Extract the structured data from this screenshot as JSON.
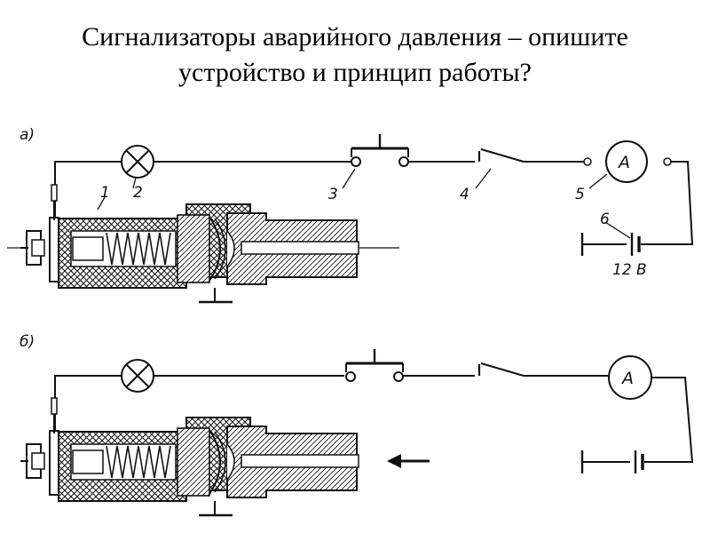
{
  "slide": {
    "title_line1": "Сигнализаторы аварийного давления – опишите",
    "title_line2": "устройство и принцип работы?"
  },
  "diagram_a": {
    "label": "а)",
    "callouts": [
      "1",
      "2",
      "3",
      "4",
      "5",
      "6"
    ],
    "ammeter_symbol": "A",
    "battery_voltage": "12 В"
  },
  "diagram_b": {
    "label": "б)",
    "ammeter_symbol": "A"
  },
  "colors": {
    "ink": "#111111",
    "background": "#ffffff"
  }
}
